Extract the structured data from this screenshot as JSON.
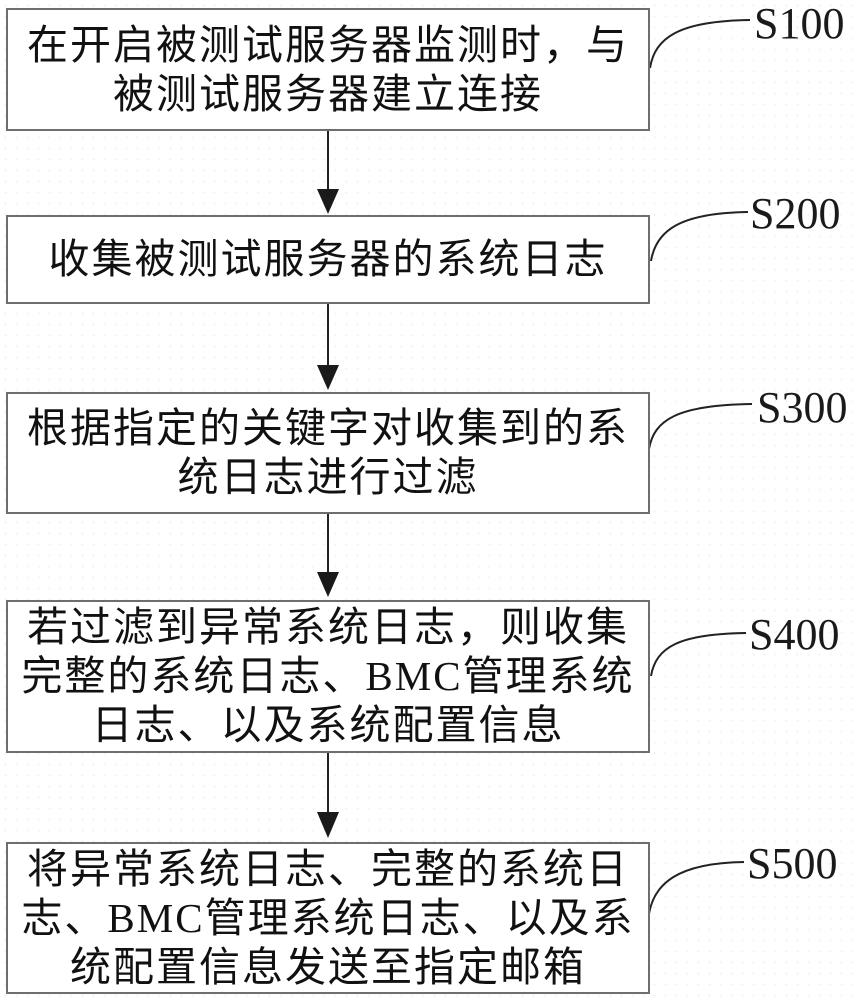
{
  "flowchart": {
    "type": "flowchart",
    "language": "zh-CN",
    "background_color": "#ffffff",
    "box_border_color": "#6e6e6e",
    "line_color": "#222222",
    "text_color": "#111111",
    "steps": [
      {
        "id": "S100",
        "lines": [
          "在开启被测试服务器监测时，与",
          "被测试服务器建立连接"
        ],
        "text": "在开启被测试服务器监测时，与被测试服务器建立连接"
      },
      {
        "id": "S200",
        "lines": [
          "收集被测试服务器的系统日志"
        ],
        "text": "收集被测试服务器的系统日志"
      },
      {
        "id": "S300",
        "lines": [
          "根据指定的关键字对收集到的系",
          "统日志进行过滤"
        ],
        "text": "根据指定的关键字对收集到的系统日志进行过滤"
      },
      {
        "id": "S400",
        "lines": [
          "若过滤到异常系统日志，则收集",
          "完整的系统日志、BMC管理系统",
          "日志、以及系统配置信息"
        ],
        "text": "若过滤到异常系统日志，则收集完整的系统日志、BMC管理系统日志、以及系统配置信息"
      },
      {
        "id": "S500",
        "lines": [
          "将异常系统日志、完整的系统日",
          "志、BMC管理系统日志、以及系",
          "统配置信息发送至指定邮箱"
        ],
        "text": "将异常系统日志、完整的系统日志、BMC管理系统日志、以及系统配置信息发送至指定邮箱"
      }
    ],
    "connections": [
      {
        "from": "S100",
        "to": "S200"
      },
      {
        "from": "S200",
        "to": "S300"
      },
      {
        "from": "S300",
        "to": "S400"
      },
      {
        "from": "S400",
        "to": "S500"
      }
    ]
  }
}
